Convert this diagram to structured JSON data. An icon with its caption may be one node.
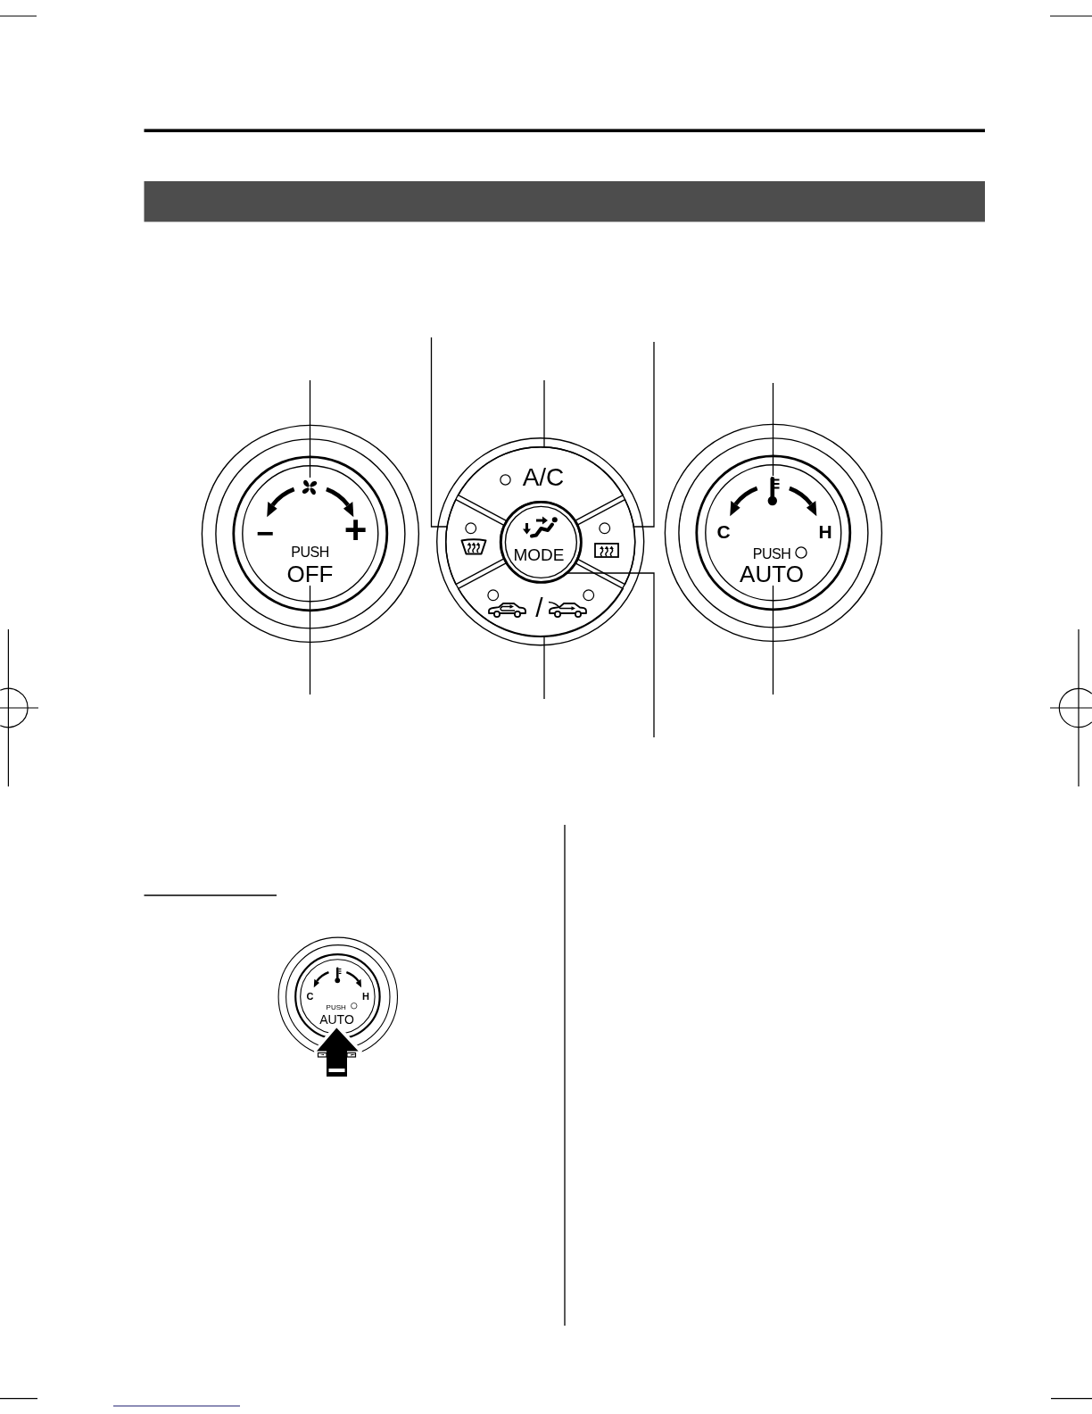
{
  "diagram": {
    "nodes": [
      {
        "text": [],
        "shape": "circle"
      },
      {
        "text": [
          "−",
          "+"
        ],
        "in": 0
      },
      {
        "text": [],
        "shape": "picture",
        "in": 1
      },
      {
        "text": [
          "PUSH",
          "OFF"
        ],
        "in": 1
      },
      {
        "text": [],
        "shape": "circle"
      },
      {
        "text": [
          "A/C"
        ],
        "in": 4
      },
      {
        "text": [],
        "shape": "box",
        "in": 4
      },
      {
        "text": [
          "MODE"
        ],
        "in": 4
      },
      {
        "text": [],
        "shape": "box",
        "in": 4
      },
      {
        "text": [
          "/"
        ],
        "in": 4
      },
      {
        "text": [],
        "shape": "circle"
      },
      {
        "text": [
          "C",
          "H"
        ],
        "in": 10
      },
      {
        "text": [],
        "shape": "picture",
        "in": 11
      },
      {
        "text": [
          "PUSH",
          "AUTO"
        ],
        "in": 11
      },
      {
        "text": [],
        "shape": "circle"
      },
      {
        "text": [
          "C",
          "H",
          "PUSH",
          "AUTO"
        ],
        "in": 14
      }
    ],
    "edges": [
      {
        "from": null,
        "to": 2,
        "arrow": "none"
      },
      {
        "from": null,
        "to": 6,
        "arrow": "none"
      },
      {
        "from": null,
        "to": 5,
        "arrow": "none"
      },
      {
        "from": null,
        "to": 8,
        "arrow": "none"
      },
      {
        "from": null,
        "to": 12,
        "arrow": "none"
      },
      {
        "from": null,
        "to": 3,
        "arrow": "none"
      },
      {
        "from": null,
        "to": 9,
        "arrow": "none"
      },
      {
        "from": null,
        "to": 7,
        "arrow": "none"
      },
      {
        "from": null,
        "to": 13,
        "arrow": "none"
      }
    ]
  }
}
